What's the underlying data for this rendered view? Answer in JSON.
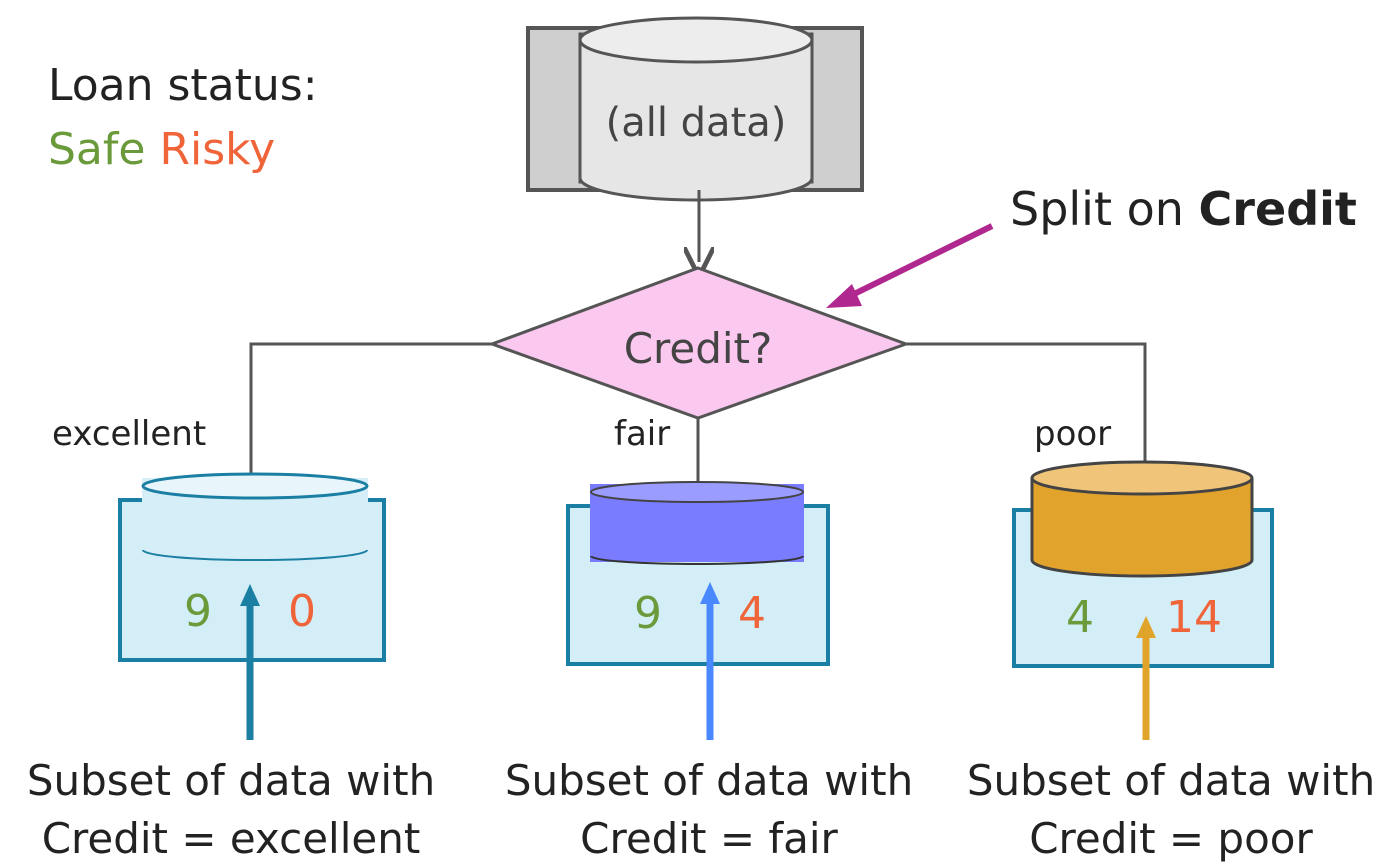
{
  "legend": {
    "title": "Loan status:",
    "safe_label": "Safe",
    "risky_label": "Risky",
    "safe_color": "#6a9a3a",
    "risky_color": "#f0643a"
  },
  "root": {
    "label": "(all data)"
  },
  "decision": {
    "label": "Credit?"
  },
  "annotation": {
    "prefix": "Split on ",
    "bold": "Credit",
    "arrow_color": "#b0278f"
  },
  "branches": [
    {
      "label": "excellent",
      "safe": "9",
      "risky": "0",
      "caption_line1": "Subset of data with",
      "caption_line2": "Credit = excellent",
      "arrow_color": "#1b7fa3",
      "cylinder_color": "#d6eef8"
    },
    {
      "label": "fair",
      "safe": "9",
      "risky": "4",
      "caption_line1": "Subset of data with",
      "caption_line2": "Credit = fair",
      "arrow_color": "#4a88ff",
      "cylinder_color": "#7a7cff"
    },
    {
      "label": "poor",
      "safe": "4",
      "risky": "14",
      "caption_line1": "Subset of data with",
      "caption_line2": "Credit = poor",
      "arrow_color": "#e0a42a",
      "cylinder_color": "#e2a32c"
    }
  ]
}
